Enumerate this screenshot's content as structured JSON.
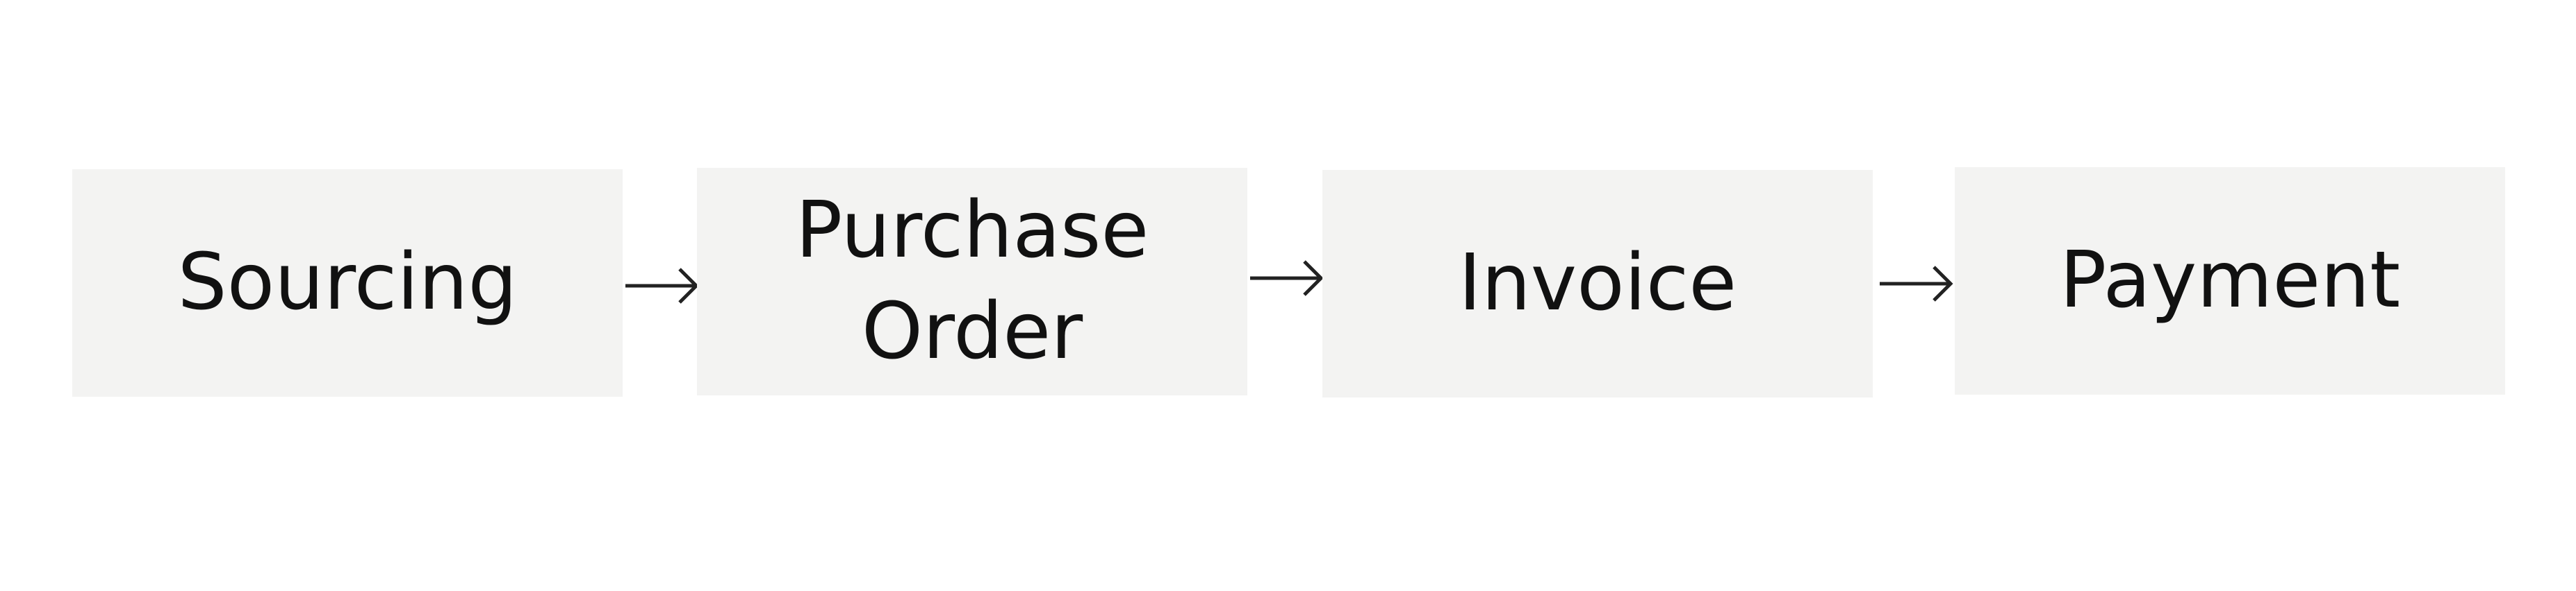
{
  "diagram": {
    "steps": [
      {
        "lines": [
          "Sourcing"
        ]
      },
      {
        "lines": [
          "Purchase",
          "Order"
        ]
      },
      {
        "lines": [
          "Invoice"
        ]
      },
      {
        "lines": [
          "Payment"
        ]
      }
    ]
  },
  "colors": {
    "box_fill": "#f3f3f2",
    "text": "#111111",
    "arrow": "#222222",
    "background": "#ffffff"
  }
}
